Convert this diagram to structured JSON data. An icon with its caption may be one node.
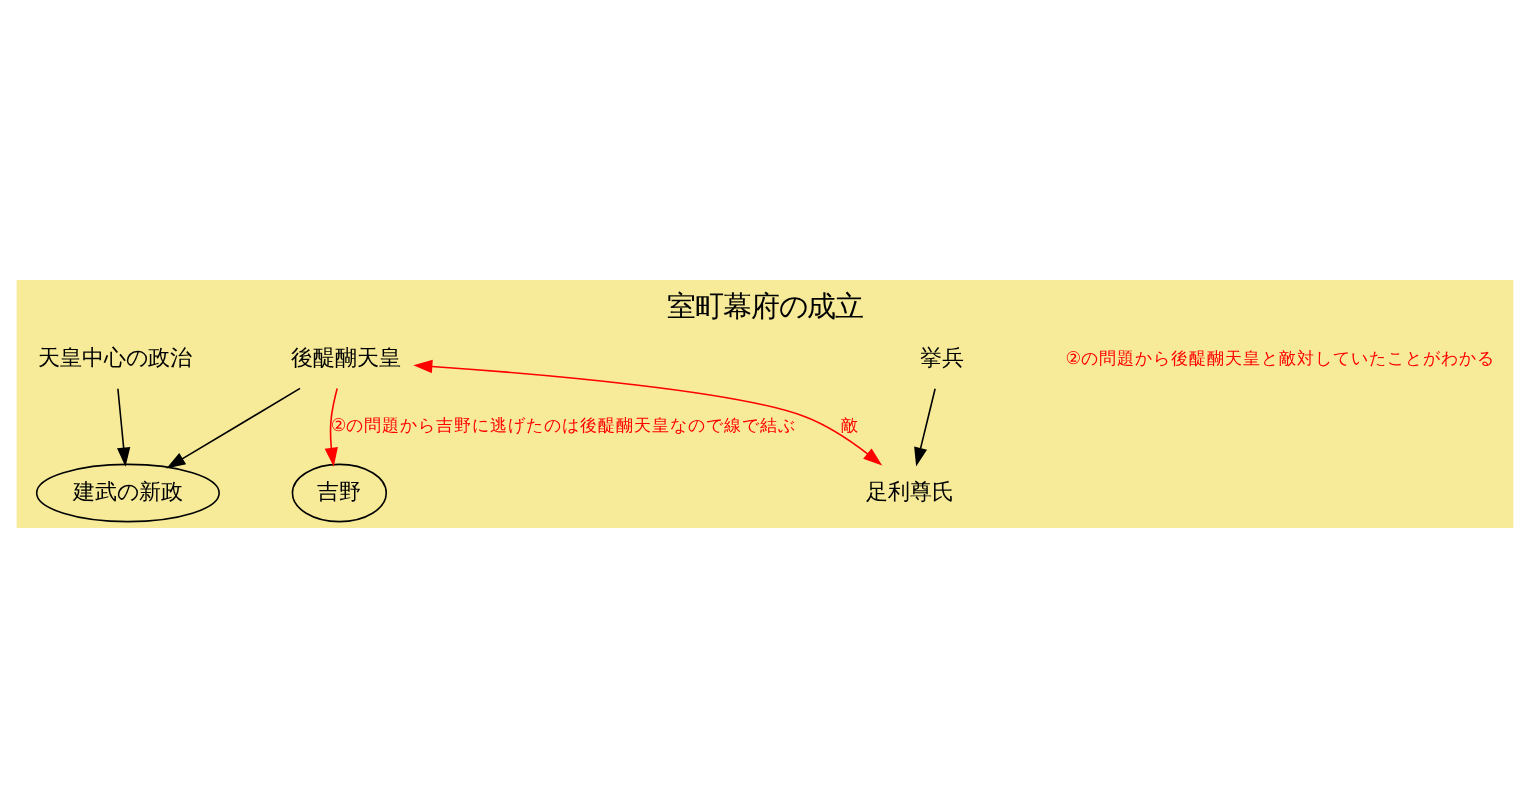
{
  "diagram": {
    "title": "室町幕府の成立",
    "nodes": [
      {
        "text": [
          "天皇中心の政治"
        ]
      },
      {
        "text": [
          "建武の新政"
        ]
      },
      {
        "text": [
          "後醍醐天皇"
        ]
      },
      {
        "text": [
          "吉野"
        ]
      },
      {
        "text": [
          "足利尊氏"
        ]
      },
      {
        "text": [
          "挙兵"
        ]
      }
    ],
    "edges": [
      {
        "from": 0,
        "to": 1,
        "arrow": "to"
      },
      {
        "from": 2,
        "to": 1,
        "arrow": "to"
      },
      {
        "from": 2,
        "to": 3,
        "arrow": "to",
        "label": "②の問題から吉野に逃げたのは後醍醐天皇なので線で結ぶ",
        "color": "#ff0000"
      },
      {
        "from": 2,
        "to": 4,
        "arrow": "both",
        "label": "敵",
        "color": "#ff0000"
      },
      {
        "from": 5,
        "to": 4,
        "arrow": "to"
      }
    ],
    "labels": [
      "②の問題から後醍醐天皇と敵対していたことがわかる"
    ]
  }
}
